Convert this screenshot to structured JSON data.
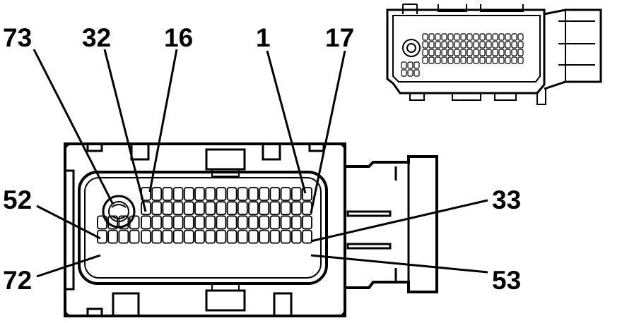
{
  "diagram": {
    "subject": "connector-end-view",
    "pin_labels": [
      {
        "id": "label-73",
        "text": "73"
      },
      {
        "id": "label-32",
        "text": "32"
      },
      {
        "id": "label-16",
        "text": "16"
      },
      {
        "id": "label-1",
        "text": "1"
      },
      {
        "id": "label-17",
        "text": "17"
      },
      {
        "id": "label-52",
        "text": "52"
      },
      {
        "id": "label-72",
        "text": "72"
      },
      {
        "id": "label-33",
        "text": "33"
      },
      {
        "id": "label-53",
        "text": "53"
      }
    ],
    "pin_grid": {
      "rows": 4,
      "columns": 16
    },
    "colors": {
      "ink": "#000000",
      "background": "#ffffff"
    }
  }
}
